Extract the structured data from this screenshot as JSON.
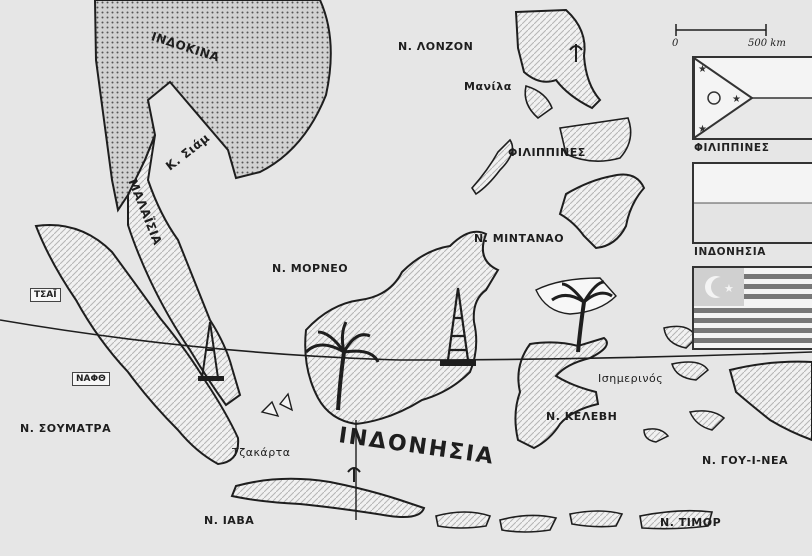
{
  "labels": {
    "indochina": "ΙΝΔΟΚΙΝΑ",
    "gulf_siam": "Κ. Σιάμ",
    "malaysia": "ΜΑΛΑΪΣΙΑ",
    "luzon": "Ν. ΛΟΝΖΟΝ",
    "manila": "Μανίλα",
    "philippines_region": "ΦΙΛΙΠΠΙΝΕΣ",
    "mindanao": "Ν. ΜΙΝΤΑΝΑΟ",
    "borneo": "Ν. ΜΟΡΝΕΟ",
    "sumatra": "Ν. ΣΟΥΜΑΤΡΑ",
    "jakarta": "Τζακάρτα",
    "indonesia": "ΙΝΔΟΝΗΣΙΑ",
    "equator": "Ισημερινός",
    "celebes": "Ν. ΚΕΛΕΒΗ",
    "new_guinea": "Ν. ΓΟΥ-Ι-ΝΕΑ",
    "java": "Ν. ΙΑΒΑ",
    "timor": "Ν. ΤΙΜΟΡ"
  },
  "signs": {
    "sign1": "ΤΣΑΪ",
    "sign2": "ΝΑΦΘ"
  },
  "scale": {
    "zero": "0",
    "max": "500 km"
  },
  "flags": {
    "philippines": "ΦΙΛΙΠΠΙΝΕΣ",
    "indonesia": "ΙΝΔΟΝΗΣΙΑ"
  },
  "colors": {
    "sea": "#e6e6e6",
    "land": "#f2f2f2",
    "mainland_dots": "#c8c8c8",
    "outline": "#1e1e1e"
  }
}
